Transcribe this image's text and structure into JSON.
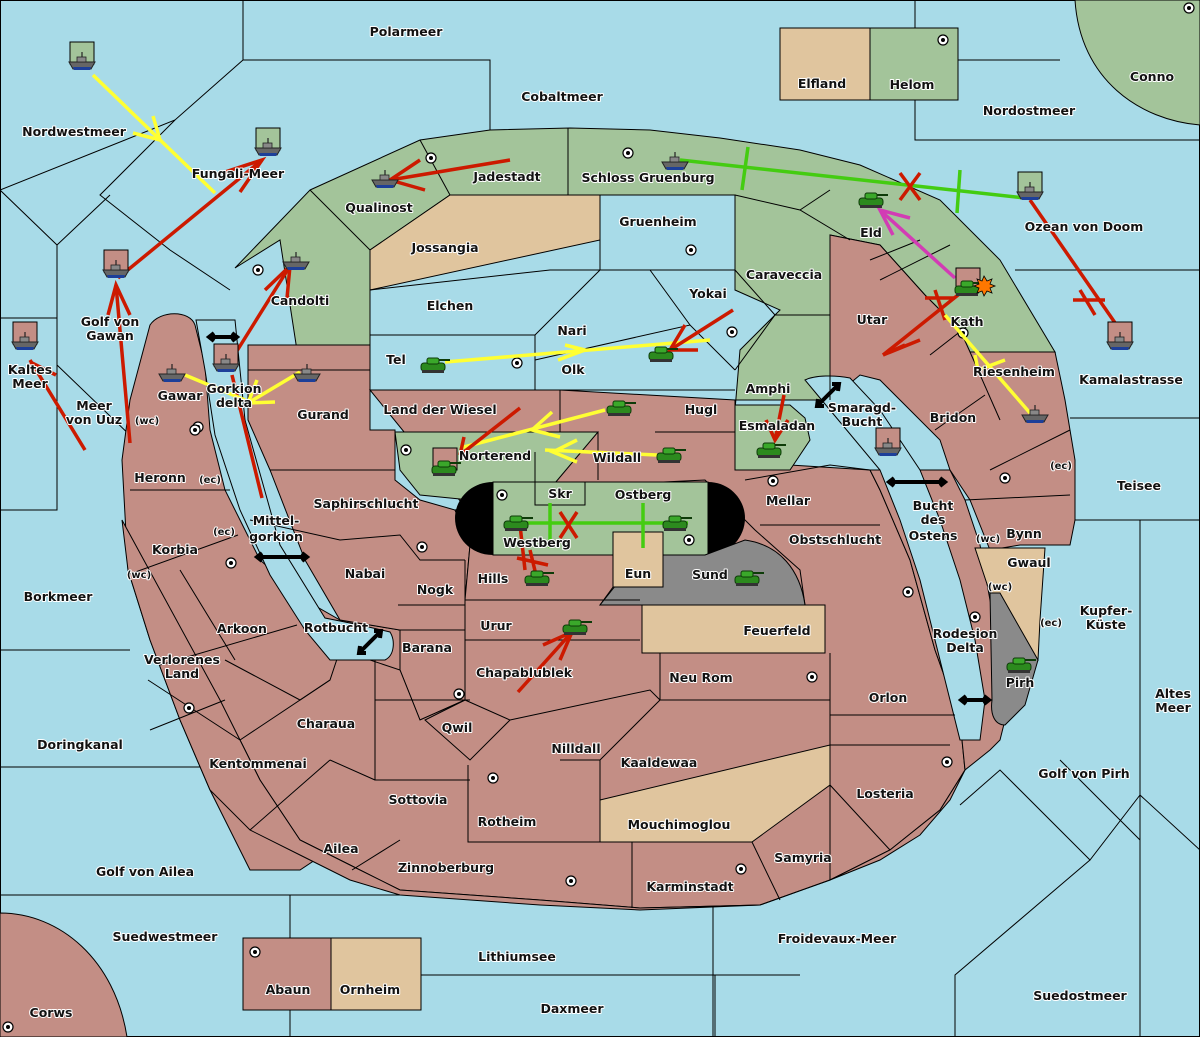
{
  "colors": {
    "sea": "#a8dbe8",
    "green_power": "#a3c49a",
    "red_power": "#c38e85",
    "neutral": "#e0c59e",
    "impassable": "#8a8a8a",
    "order_move_green": "#ffff33",
    "order_move_red": "#cc1a00",
    "order_convoy": "#44cc11",
    "order_support": "#d23cb4"
  },
  "seas": {
    "polarmeer": "Polarmeer",
    "cobaltmeer": "Cobaltmeer",
    "nordwestmeer": "Nordwestmeer",
    "fungali": "Fungali-Meer",
    "nordostmeer": "Nordostmeer",
    "ozean": "Ozean von Doom",
    "kamalastrasse": "Kamalastrasse",
    "teisee": "Teisee",
    "kupfer1": "Kupfer-",
    "kupfer2": "Küste",
    "altes1": "Altes",
    "altes2": "Meer",
    "golf_pirh": "Golf von Pirh",
    "suedostmeer": "Suedostmeer",
    "froidevaux": "Froidevaux-Meer",
    "daxmeer": "Daxmeer",
    "lithiumsee": "Lithiumsee",
    "suedwestmeer": "Suedwestmeer",
    "golf_ailea": "Golf von Ailea",
    "doringkanal": "Doringkanal",
    "borkmeer": "Borkmeer",
    "meer_uuz1": "Meer",
    "meer_uuz2": "von Uuz",
    "kaltes1": "Kaltes",
    "kaltes2": "Meer",
    "golf_gawan1": "Golf von",
    "golf_gawan2": "Gawan",
    "gorkion1": "Gorkion",
    "gorkion2": "delta",
    "mittel1": "Mittel-",
    "mittel2": "gorkion",
    "rotbucht": "Rotbucht",
    "smaragd1": "Smaragd-",
    "smaragd2": "Bucht",
    "bucht1": "Bucht",
    "bucht2": "des",
    "bucht3": "Ostens",
    "rodesion1": "Rodesion",
    "rodesion2": "Delta"
  },
  "lands": {
    "elfland": "Elfland",
    "helom": "Helom",
    "conno": "Conno",
    "qualinost": "Qualinost",
    "jadestadt": "Jadestadt",
    "schloss": "Schloss Gruenburg",
    "jossangia": "Jossangia",
    "gruenheim": "Gruenheim",
    "caraveccia": "Caraveccia",
    "eld": "Eld",
    "candolti": "Candolti",
    "elchen": "Elchen",
    "yokai": "Yokai",
    "nari": "Nari",
    "olk": "Olk",
    "tel": "Tel",
    "utar": "Utar",
    "kath": "Kath",
    "riesenheim": "Riesenheim",
    "amphi": "Amphi",
    "gawar": "Gawar",
    "gurand": "Gurand",
    "land_wiesel": "Land der Wiesel",
    "hugl": "Hugl",
    "esmaladan": "Esmaladan",
    "bridon": "Bridon",
    "norterend": "Norterend",
    "wildall": "Wildall",
    "heronn": "Heronn",
    "saphir": "Saphirschlucht",
    "skr": "Skr",
    "ostberg": "Ostberg",
    "mellar": "Mellar",
    "westberg": "Westberg",
    "korbia": "Korbia",
    "nabai": "Nabai",
    "hills": "Hills",
    "eun": "Eun",
    "sund": "Sund",
    "obstschlucht": "Obstschlucht",
    "bynn": "Bynn",
    "gwaul": "Gwaul",
    "nogk": "Nogk",
    "arkoon": "Arkoon",
    "urur": "Urur",
    "feuerfeld": "Feuerfeld",
    "barana": "Barana",
    "chapablublek": "Chapablublek",
    "verlorenes1": "Verlorenes",
    "verlorenes2": "Land",
    "neu_rom": "Neu Rom",
    "pirh": "Pirh",
    "orlon": "Orlon",
    "charaua": "Charaua",
    "qwil": "Qwil",
    "nilldall": "Nilldall",
    "kaaldewaa": "Kaaldewaa",
    "kentommenai": "Kentommenai",
    "sottovia": "Sottovia",
    "rotheim": "Rotheim",
    "mouchimoglou": "Mouchimoglou",
    "losteria": "Losteria",
    "ailea": "Ailea",
    "zinnoberburg": "Zinnoberburg",
    "samyria": "Samyria",
    "karminstadt": "Karminstadt",
    "abaun": "Abaun",
    "ornheim": "Ornheim",
    "corws": "Corws"
  },
  "coasts": {
    "wc": "(wc)",
    "ec": "(ec)"
  },
  "units": [
    {
      "type": "fleet",
      "power": "green",
      "location": "Nordwestmeer"
    },
    {
      "type": "fleet",
      "power": "green",
      "location": "Fungali-Meer"
    },
    {
      "type": "fleet",
      "power": "red",
      "location": "Golf von Gawan"
    },
    {
      "type": "fleet",
      "power": "red",
      "location": "Kaltes Meer"
    },
    {
      "type": "fleet",
      "power": "green",
      "location": "Qualinost"
    },
    {
      "type": "fleet",
      "power": "green",
      "location": "Candolti"
    },
    {
      "type": "fleet",
      "power": "red",
      "location": "Gawar"
    },
    {
      "type": "fleet",
      "power": "red",
      "location": "Gorkion delta"
    },
    {
      "type": "fleet",
      "power": "red",
      "location": "Gurand"
    },
    {
      "type": "fleet",
      "power": "green",
      "location": "Schloss Gruenburg"
    },
    {
      "type": "fleet",
      "power": "green",
      "location": "Ozean von Doom"
    },
    {
      "type": "fleet",
      "power": "red",
      "location": "Kamalastrasse"
    },
    {
      "type": "fleet",
      "power": "red",
      "location": "Riesenheim"
    },
    {
      "type": "fleet",
      "power": "red",
      "location": "Smaragd-Bucht"
    },
    {
      "type": "army",
      "power": "green",
      "location": "Eld"
    },
    {
      "type": "army",
      "power": "red",
      "location": "Kath",
      "dislodged": true
    },
    {
      "type": "army",
      "power": "green",
      "location": "Tel"
    },
    {
      "type": "army",
      "power": "green",
      "location": "Olk"
    },
    {
      "type": "army",
      "power": "green",
      "location": "Land der Wiesel"
    },
    {
      "type": "army",
      "power": "green",
      "location": "Wildall"
    },
    {
      "type": "army",
      "power": "red",
      "location": "Norterend"
    },
    {
      "type": "army",
      "power": "green",
      "location": "Esmaladan"
    },
    {
      "type": "army",
      "power": "green",
      "location": "Westberg"
    },
    {
      "type": "army",
      "power": "green",
      "location": "Ostberg"
    },
    {
      "type": "army",
      "power": "green",
      "location": "Hills"
    },
    {
      "type": "army",
      "power": "green",
      "location": "Sund"
    },
    {
      "type": "army",
      "power": "green",
      "location": "Urur"
    },
    {
      "type": "army",
      "power": "green",
      "location": "Pirh"
    }
  ],
  "orders": [
    {
      "color": "yellow",
      "from": "Nordwestmeer",
      "to": "Fungali-Meer"
    },
    {
      "color": "red",
      "from": "Golf von Gawan",
      "to": "Fungali-Meer"
    },
    {
      "color": "red",
      "from": "Kaltes Meer",
      "to": "Meer von Uuz"
    },
    {
      "color": "red",
      "from": "Meer von Uuz",
      "to": "Golf von Gawan"
    },
    {
      "color": "red",
      "from": "Jadestadt",
      "to": "Qualinost"
    },
    {
      "color": "red",
      "from": "Gorkion delta",
      "to": "Candolti"
    },
    {
      "color": "yellow",
      "from": "Gawar",
      "to": "Gorkion delta"
    },
    {
      "color": "yellow",
      "from": "Gurand",
      "to": "Gorkion delta"
    },
    {
      "color": "red",
      "from": "Mittelgorkion",
      "to": "Gorkion delta"
    },
    {
      "color": "green",
      "type": "convoy",
      "from": "Schloss Gruenburg",
      "to": "Ozean von Doom",
      "failed": true
    },
    {
      "color": "red",
      "from": "Kamalastrasse",
      "to": "Ozean von Doom",
      "failed": true
    },
    {
      "color": "magenta",
      "type": "support",
      "from": "Kath",
      "to": "Eld"
    },
    {
      "color": "red",
      "from": "Kath",
      "to": "Utar",
      "failed": true
    },
    {
      "color": "yellow",
      "from": "Riesenheim",
      "to": "Kath"
    },
    {
      "color": "yellow",
      "from": "Tel",
      "to": "Olk"
    },
    {
      "color": "red",
      "from": "Yokai",
      "to": "Olk"
    },
    {
      "color": "yellow",
      "from": "Land der Wiesel",
      "to": "Norterend"
    },
    {
      "color": "yellow",
      "from": "Wildall",
      "to": "Norterend"
    },
    {
      "color": "red",
      "from": "Land der Wiesel",
      "to": "Norterend"
    },
    {
      "color": "red",
      "from": "Amphi",
      "to": "Esmaladan"
    },
    {
      "color": "green",
      "type": "convoy",
      "from": "Ostberg",
      "to": "Westberg",
      "failed": true
    },
    {
      "color": "red",
      "from": "Hills",
      "to": "Westberg",
      "failed": true
    },
    {
      "color": "red",
      "from": "Chapablublek",
      "to": "Urur"
    }
  ]
}
